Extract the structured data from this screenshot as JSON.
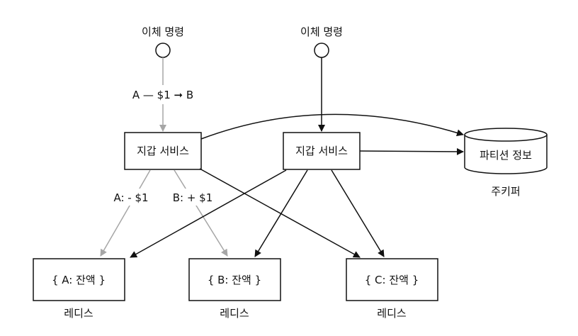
{
  "diagram": {
    "inputs": {
      "left_label": "이체 명령",
      "right_label": "이체 명령"
    },
    "transfer_label": "A — $1 ➞ B",
    "services": {
      "left": "지갑 서비스",
      "right": "지갑 서비스"
    },
    "zookeeper": {
      "db_label": "파티션 정보",
      "caption": "주키퍼"
    },
    "edge_labels": {
      "a_debit": "A: - $1",
      "b_credit": "B: + $1"
    },
    "redis": [
      {
        "content": "{ A: 잔액 }",
        "caption": "레디스"
      },
      {
        "content": "{ B: 잔액 }",
        "caption": "레디스"
      },
      {
        "content": "{ C: 잔액 }",
        "caption": "레디스"
      }
    ],
    "colors": {
      "dark": "#111111",
      "gray": "#a6a6a6"
    }
  }
}
